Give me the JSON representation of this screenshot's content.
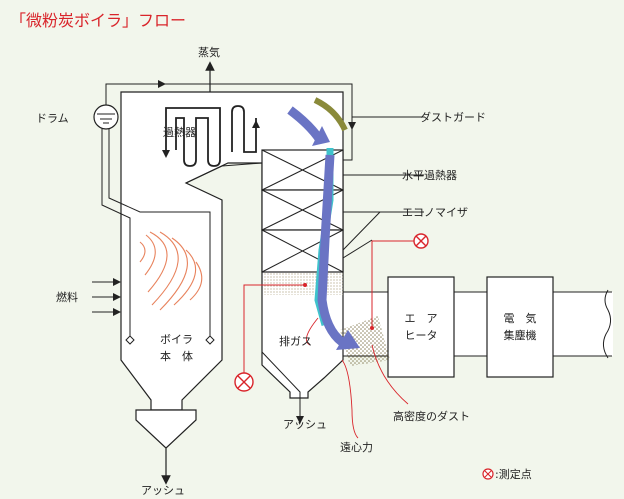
{
  "title": "「微粉炭ボイラ」フロー",
  "labels": {
    "steam": "蒸気",
    "drum": "ドラム",
    "superheater": "過熱器",
    "dust_guard": "ダストガード",
    "horizontal_superheater": "水平過熱器",
    "economizer": "エコノマイザ",
    "fuel": "燃料",
    "boiler_body_line1": "ボイラ",
    "boiler_body_line2": "本　体",
    "exhaust_gas": "排ガス",
    "ash_left": "アッシュ",
    "ash_center": "アッシュ",
    "centrifugal_force": "遠心力",
    "high_density_dust": "高密度のダスト",
    "air_heater_line1": "エ　ア",
    "air_heater_line2": "ヒータ",
    "esp_line1": "電　気",
    "esp_line2": "集塵機",
    "measurement_point": ":測定点"
  },
  "colors": {
    "title": "#d9252b",
    "background": "#f2f6ec",
    "gas_flow_arrow": "#6a74c4",
    "cyan_flow": "#3fc3cc",
    "dust_guard": "#8a8a3a",
    "fire_lines": "#e8825c",
    "measurement_marker": "#d9252b",
    "dust_dots": "#9a8f6a"
  }
}
